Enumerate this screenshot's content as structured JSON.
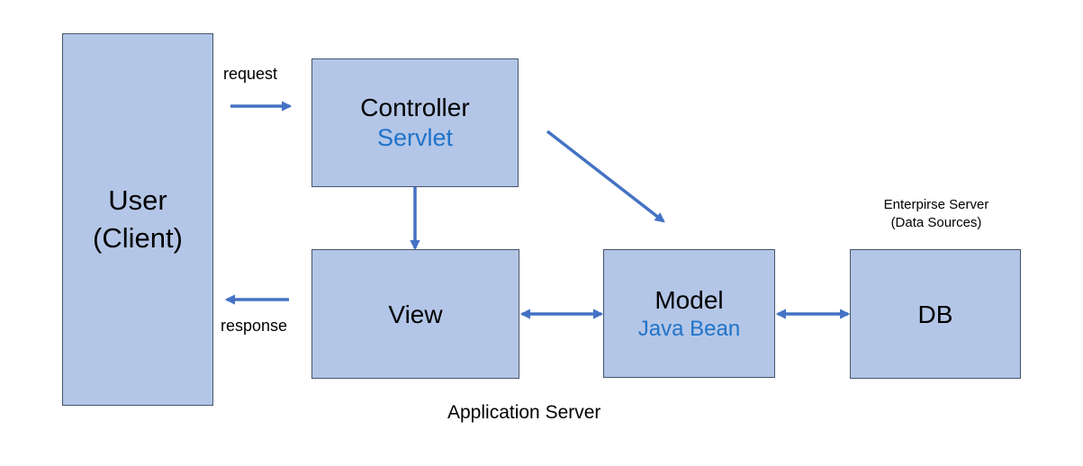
{
  "user_box": {
    "title_line1": "User",
    "title_line2": "(Client)"
  },
  "controller_box": {
    "title": "Controller",
    "subtitle": "Servlet"
  },
  "view_box": {
    "title": "View"
  },
  "model_box": {
    "title": "Model",
    "subtitle": "Java Bean"
  },
  "db_box": {
    "title": "DB"
  },
  "labels": {
    "request": "request",
    "response": "response",
    "application_server": "Application Server",
    "enterprise_server_line1": "Enterpirse Server",
    "enterprise_server_line2": "(Data Sources)"
  },
  "colors": {
    "box_fill": "#b4c6e7",
    "box_border": "#44546a",
    "arrow": "#4472c4",
    "subtitle_text": "#1f73c9"
  }
}
